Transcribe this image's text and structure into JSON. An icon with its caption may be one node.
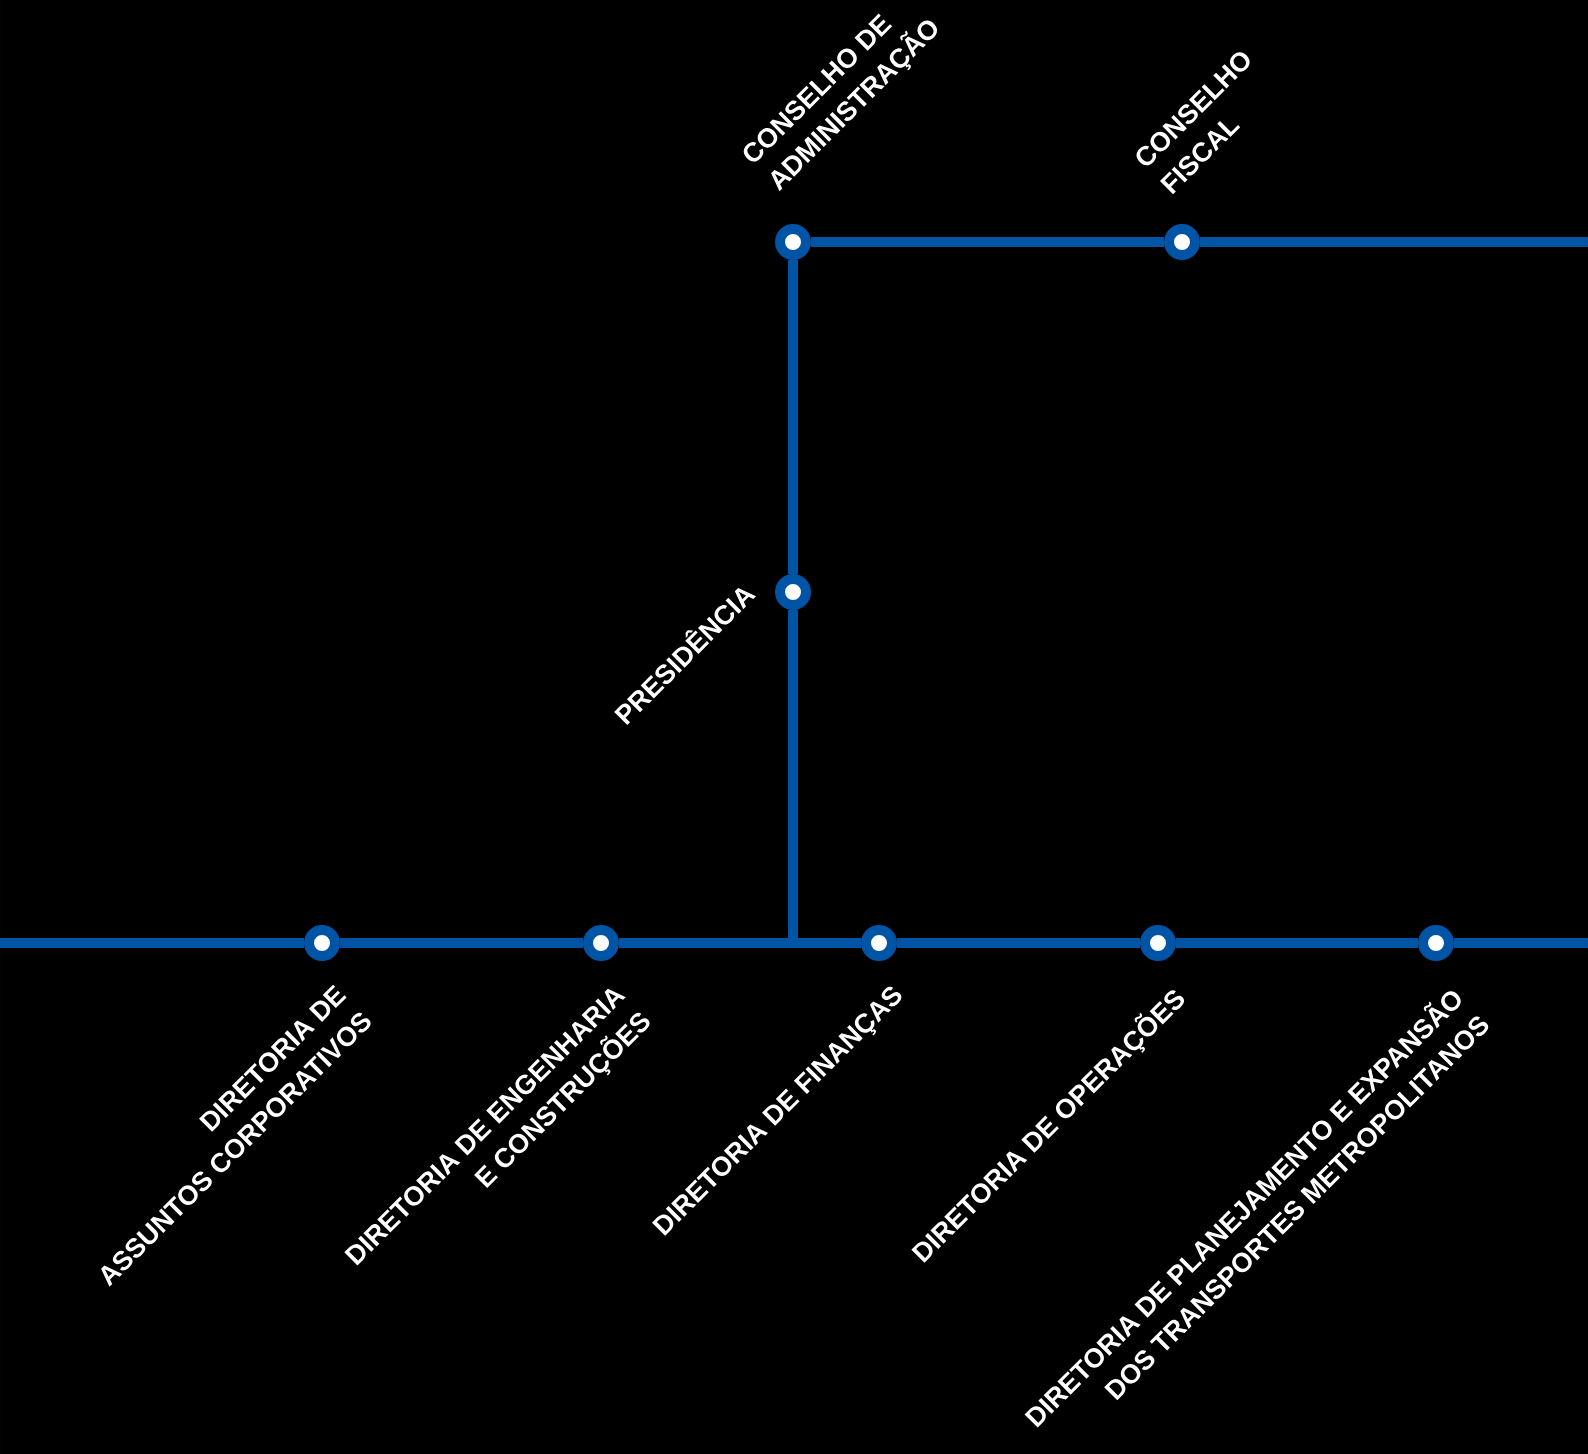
{
  "diagram": {
    "nodes": [
      {
        "text": [
          "CONSELHO DE ADMINISTRAÇÃO"
        ]
      },
      {
        "text": [
          "CONSELHO FISCAL"
        ]
      },
      {
        "text": [
          "PRESIDÊNCIA"
        ]
      },
      {
        "text": [
          "DIRETORIA DE ASSUNTOS CORPORATIVOS"
        ]
      },
      {
        "text": [
          "DIRETORIA DE ENGENHARIA E CONSTRUÇÕES"
        ]
      },
      {
        "text": [
          "DIRETORIA DE FINANÇAS"
        ]
      },
      {
        "text": [
          "DIRETORIA DE OPERAÇÕES"
        ]
      },
      {
        "text": [
          "DIRETORIA DE PLANEJAMENTO E EXPANSÃO DOS TRANSPORTES METROPOLITANOS"
        ]
      }
    ],
    "edges": [
      {
        "from": 0,
        "to": 1,
        "arrow": "none"
      },
      {
        "from": 1,
        "to": null,
        "arrow": "none"
      },
      {
        "from": 0,
        "to": 2,
        "arrow": "none"
      },
      {
        "from": 2,
        "to": 4,
        "arrow": "none"
      },
      {
        "from": 2,
        "to": 5,
        "arrow": "none"
      },
      {
        "from": null,
        "to": 3,
        "arrow": "none"
      },
      {
        "from": 3,
        "to": 4,
        "arrow": "none"
      },
      {
        "from": 4,
        "to": 5,
        "arrow": "none"
      },
      {
        "from": 5,
        "to": 6,
        "arrow": "none"
      },
      {
        "from": 6,
        "to": 7,
        "arrow": "none"
      },
      {
        "from": 7,
        "to": null,
        "arrow": "none"
      }
    ]
  }
}
